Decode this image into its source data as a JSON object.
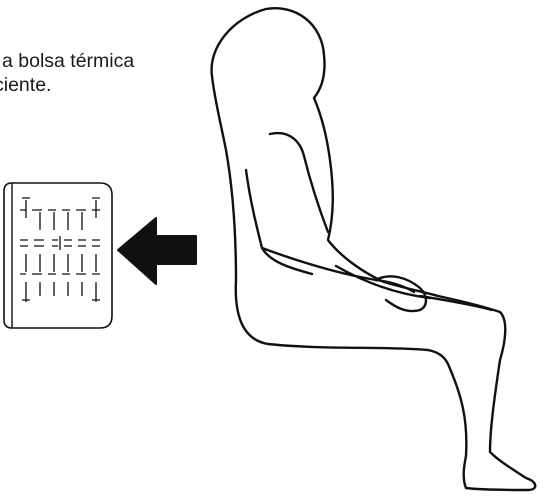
{
  "instruction": {
    "line1": "a bolsa térmica",
    "line2": "ciente."
  },
  "icons": {
    "thermal_pad": "thermal-bag-icon",
    "arrow": "arrow-left-icon",
    "person": "seated-person-figure"
  },
  "colors": {
    "ink": "#111111",
    "background": "#ffffff"
  }
}
